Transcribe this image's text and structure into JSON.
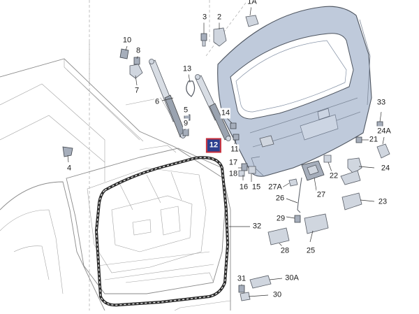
{
  "colors": {
    "tailgate_fill": "#bfcadb",
    "highlight_fill": "#2b3f8f",
    "highlight_border": "#c62d3a",
    "seal_color": "#2a2a2a"
  },
  "selected_part": "12",
  "labels": {
    "l1A": "1A",
    "l2": "2",
    "l3": "3",
    "l4": "4",
    "l5": "5",
    "l6": "6",
    "l7": "7",
    "l8": "8",
    "l9": "9",
    "l10": "10",
    "l11": "11",
    "l12": "12",
    "l13": "13",
    "l14": "14",
    "l15": "15",
    "l16": "16",
    "l17": "17",
    "l18": "18",
    "l21": "21",
    "l22": "22",
    "l23": "23",
    "l24": "24",
    "l24A": "24A",
    "l25": "25",
    "l26": "26",
    "l27": "27",
    "l27A": "27A",
    "l28": "28",
    "l29": "29",
    "l30": "30",
    "l30A": "30A",
    "l31": "31",
    "l32": "32",
    "l33": "33"
  }
}
